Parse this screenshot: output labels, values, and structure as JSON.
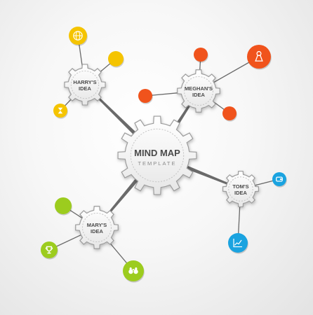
{
  "colors": {
    "yellow": "#f5c400",
    "orange_red": "#f0531c",
    "blue": "#1aa3e0",
    "green": "#9ccc1e",
    "connector": "#6a6a6a",
    "gear_fill": "#f2f2f2",
    "gear_stroke": "#9c9c9c"
  },
  "central": {
    "title": "MIND MAP",
    "subtitle": "TEMPLATE"
  },
  "ideas": [
    {
      "id": "harry",
      "label_lines": [
        "HARRY'S",
        "IDEA"
      ],
      "color": "yellow",
      "nodes": [
        {
          "icon": "globe-icon"
        },
        {
          "icon": ""
        },
        {
          "icon": "hourglass-icon"
        }
      ]
    },
    {
      "id": "meghan",
      "label_lines": [
        "MEGHAN'S",
        "IDEA"
      ],
      "color": "orange_red",
      "nodes": [
        {
          "icon": ""
        },
        {
          "icon": "chess-pawn-icon"
        },
        {
          "icon": ""
        },
        {
          "icon": ""
        }
      ]
    },
    {
      "id": "tom",
      "label_lines": [
        "TOM'S",
        "IDEA"
      ],
      "color": "blue",
      "nodes": [
        {
          "icon": "wallet-icon"
        },
        {
          "icon": "chart-icon"
        }
      ]
    },
    {
      "id": "mary",
      "label_lines": [
        "MARY'S",
        "IDEA"
      ],
      "color": "green",
      "nodes": [
        {
          "icon": ""
        },
        {
          "icon": "trophy-icon"
        },
        {
          "icon": "binoculars-icon"
        }
      ]
    }
  ]
}
